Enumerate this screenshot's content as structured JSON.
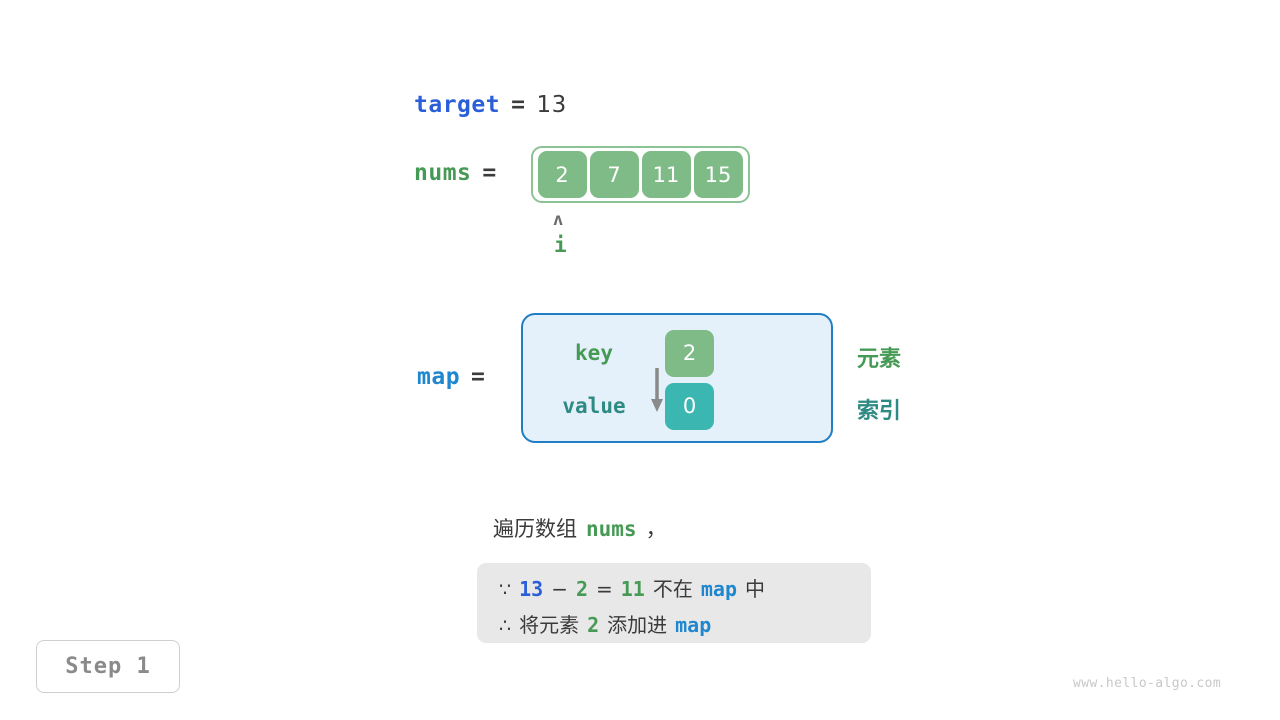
{
  "target": {
    "name": "target",
    "equals": "=",
    "value": "13"
  },
  "nums": {
    "name": "nums",
    "equals": "=",
    "cells": [
      "2",
      "7",
      "11",
      "15"
    ],
    "pointer": {
      "caret": "ʌ",
      "label": "i",
      "index": 0
    }
  },
  "map": {
    "name": "map",
    "equals": "=",
    "row_labels": {
      "key": "key",
      "value": "value"
    },
    "entries": [
      {
        "key": "2",
        "value": "0"
      }
    ],
    "side_labels": {
      "element": "元素",
      "index": "索引"
    }
  },
  "caption": {
    "prefix": "遍历数组",
    "code": "nums",
    "suffix": "，"
  },
  "note": {
    "line1": {
      "symbol": "∵",
      "a": "13",
      "minus": "−",
      "b": "2",
      "eq": "=",
      "c": "11",
      "text": "不在",
      "map": "map",
      "tail": "中"
    },
    "line2": {
      "symbol": "∴",
      "text1": "将元素",
      "num": "2",
      "text2": "添加进",
      "map": "map"
    }
  },
  "step_badge": "Step 1",
  "watermark": "www.hello-algo.com",
  "colors": {
    "array_cell": "#7fbb87",
    "array_border": "#8cc394",
    "map_cell_value": "#3cb6b0",
    "map_box_bg": "#e4f0fa",
    "map_box_border": "#1f7ec4",
    "var_blue": "#2b5fd9",
    "var_green": "#479a55",
    "var_light_blue": "#1f87cf",
    "note_bg": "#e8e8e8",
    "arrow_gray": "#8a8a8a"
  }
}
